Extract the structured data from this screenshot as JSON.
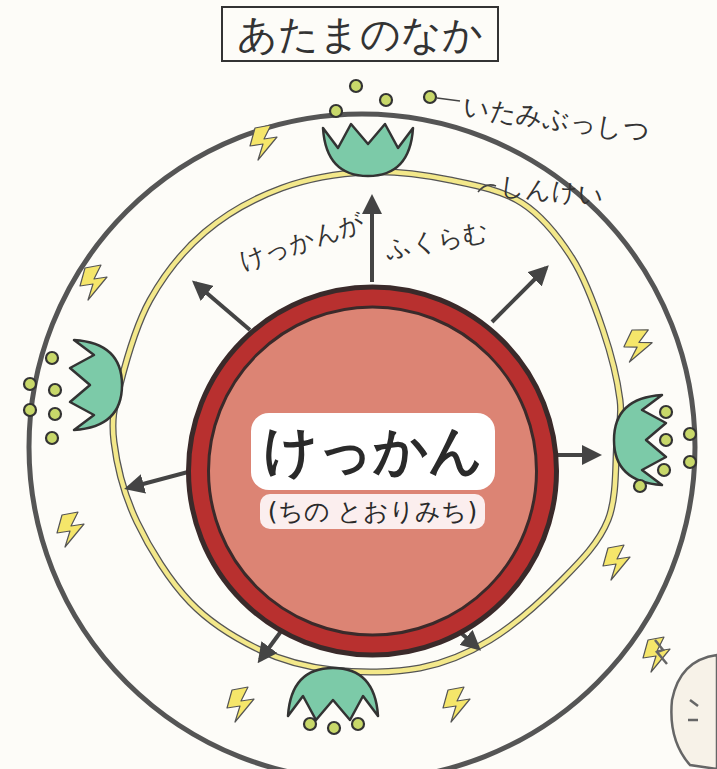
{
  "diagram": {
    "title": "あたまのなか",
    "nodes": [
      {
        "text": [
          "けっかん",
          "(ちの とおりみち)"
        ]
      }
    ],
    "labels": [
      "いたみぶっしつ",
      "しんけい",
      "けっかんが",
      "ふくらむ"
    ]
  }
}
